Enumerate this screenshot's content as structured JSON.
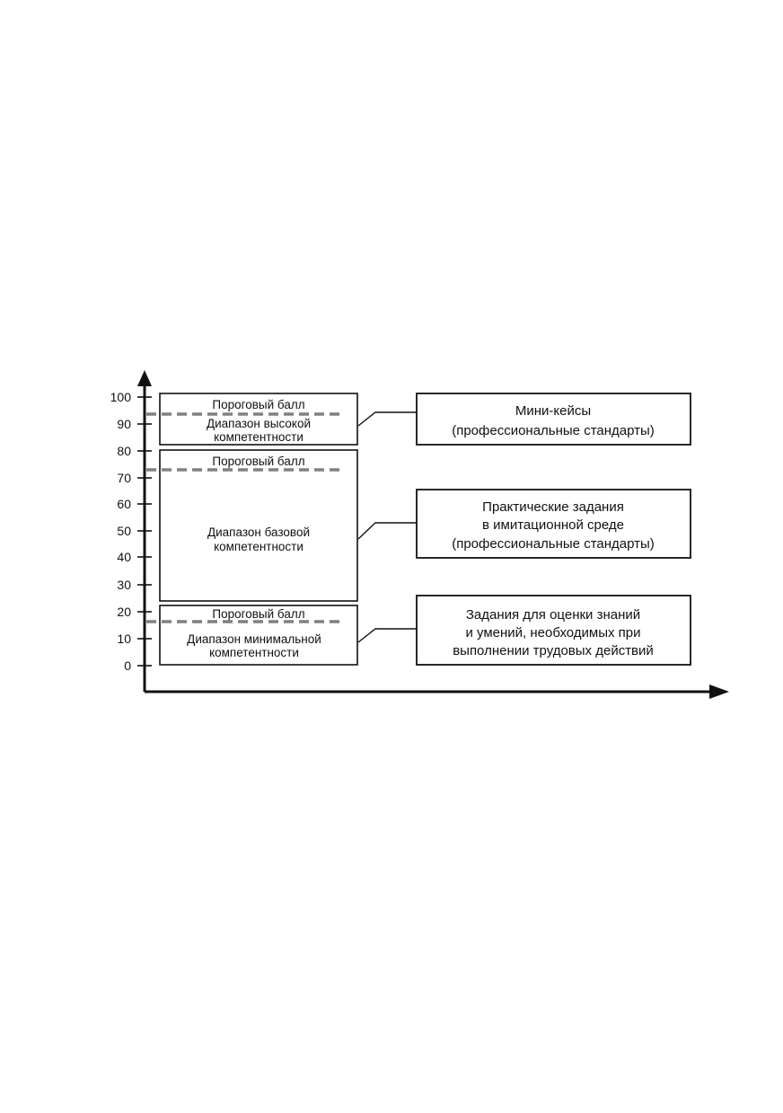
{
  "y_axis": {
    "ticks": [
      "100",
      "90",
      "80",
      "70",
      "60",
      "50",
      "40",
      "30",
      "20",
      "10",
      "0"
    ]
  },
  "ranges": {
    "high": {
      "threshold_label": "Пороговый балл",
      "name_line1": "Диапазон высокой",
      "name_line2": "компетентности"
    },
    "basic": {
      "threshold_label": "Пороговый балл",
      "name_line1": "Диапазон базовой",
      "name_line2": "компетентности"
    },
    "minimal": {
      "threshold_label": "Пороговый балл",
      "name_line1": "Диапазон минимальной",
      "name_line2": "компетентности"
    }
  },
  "tasks": {
    "mini_cases": {
      "line1": "Мини-кейсы",
      "line2": "(профессиональные стандарты)"
    },
    "practical": {
      "line1": "Практические задания",
      "line2": "в имитационной среде",
      "line3": "(профессиональные стандарты)"
    },
    "knowledge": {
      "line1": "Задания для оценки знаний",
      "line2": "и умений, необходимых при",
      "line3": "выполнении трудовых действий"
    }
  },
  "colors": {
    "ink": "#111111",
    "threshold_dash": "#808080"
  }
}
